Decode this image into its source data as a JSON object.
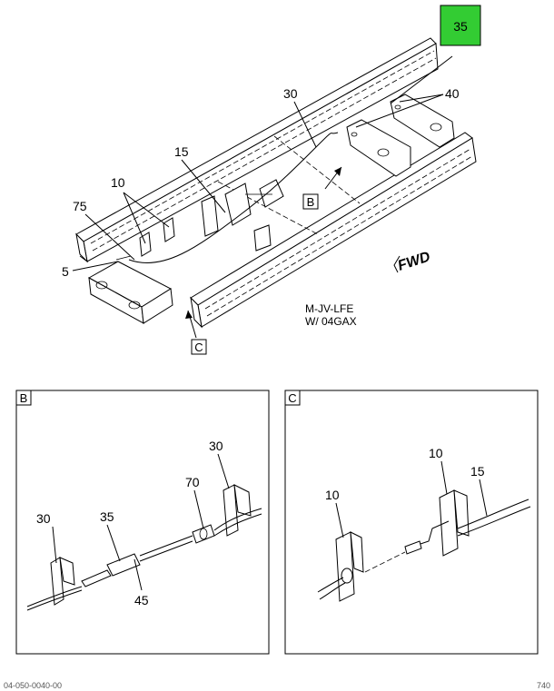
{
  "main_view": {
    "callouts": {
      "c35": "35",
      "c40": "40",
      "c30": "30",
      "c15": "15",
      "c10": "10",
      "c75": "75",
      "c5": "5"
    },
    "view_ref_b": "B",
    "view_ref_c": "C",
    "fwd_label": "FWD",
    "note_line1": "M-JV-LFE",
    "note_line2": "W/ 04GAX",
    "highlight_color": "#33cc33"
  },
  "detail_b": {
    "label": "B",
    "callouts": {
      "c30_left": "30",
      "c35": "35",
      "c45": "45",
      "c70": "70",
      "c30_right": "30"
    }
  },
  "detail_c": {
    "label": "C",
    "callouts": {
      "c10_left": "10",
      "c10_right": "10",
      "c15": "15"
    }
  },
  "footer": {
    "left": "04-050-0040-00",
    "right": "740"
  }
}
